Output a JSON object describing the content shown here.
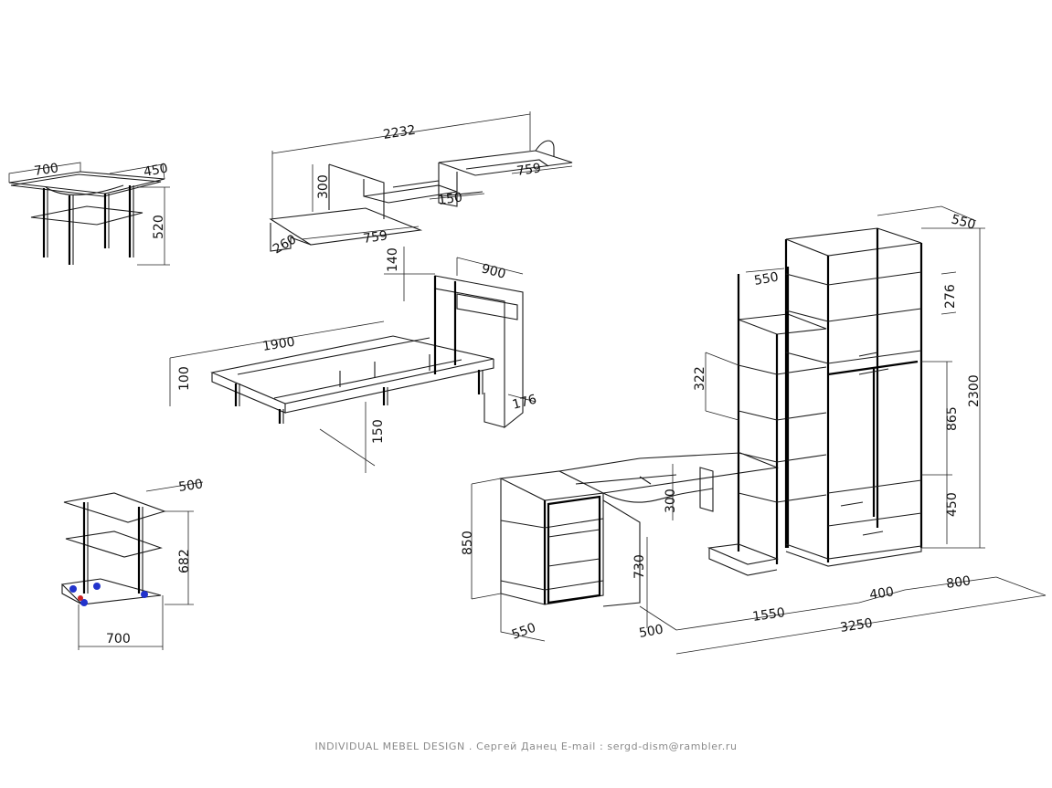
{
  "footer": "INDIVIDUAL MEBEL DESIGN . Сергей Данец  E-mail : sergd-dism@rambler.ru",
  "colors": {
    "line": "#1a1a1a",
    "marker_blue": "#2233cc",
    "marker_red": "#cc2222"
  },
  "dimensions": {
    "glass_table_width": "700",
    "glass_table_depth": "450",
    "glass_table_height": "520",
    "shelf_length": "2232",
    "shelf_height": "300",
    "shelf_a_width": "759",
    "shelf_b_width": "759",
    "shelf_depth_150": "150",
    "shelf_depth_260": "260",
    "headboard_height": "140",
    "bed_width": "900",
    "bed_length": "1900",
    "bed_frame_height": "100",
    "bed_leg_height": "150",
    "bed_end_depth": "176",
    "corner_stand_depth": "500",
    "corner_stand_height": "682",
    "corner_stand_width": "700",
    "wardrobe_depth": "550",
    "rack_depth": "550",
    "wardrobe_top_section": "276",
    "wardrobe_height": "2300",
    "rack_shelf_pitch": "322",
    "wardrobe_door_height": "865",
    "wardrobe_drawer_height": "450",
    "desk_height": "850",
    "desk_top_height": "730",
    "desk_riser": "300",
    "desk_depth": "550",
    "desk_return": "500",
    "desk_length": "1550",
    "rack_width": "400",
    "wardrobe_width": "800",
    "total_length": "3250"
  }
}
